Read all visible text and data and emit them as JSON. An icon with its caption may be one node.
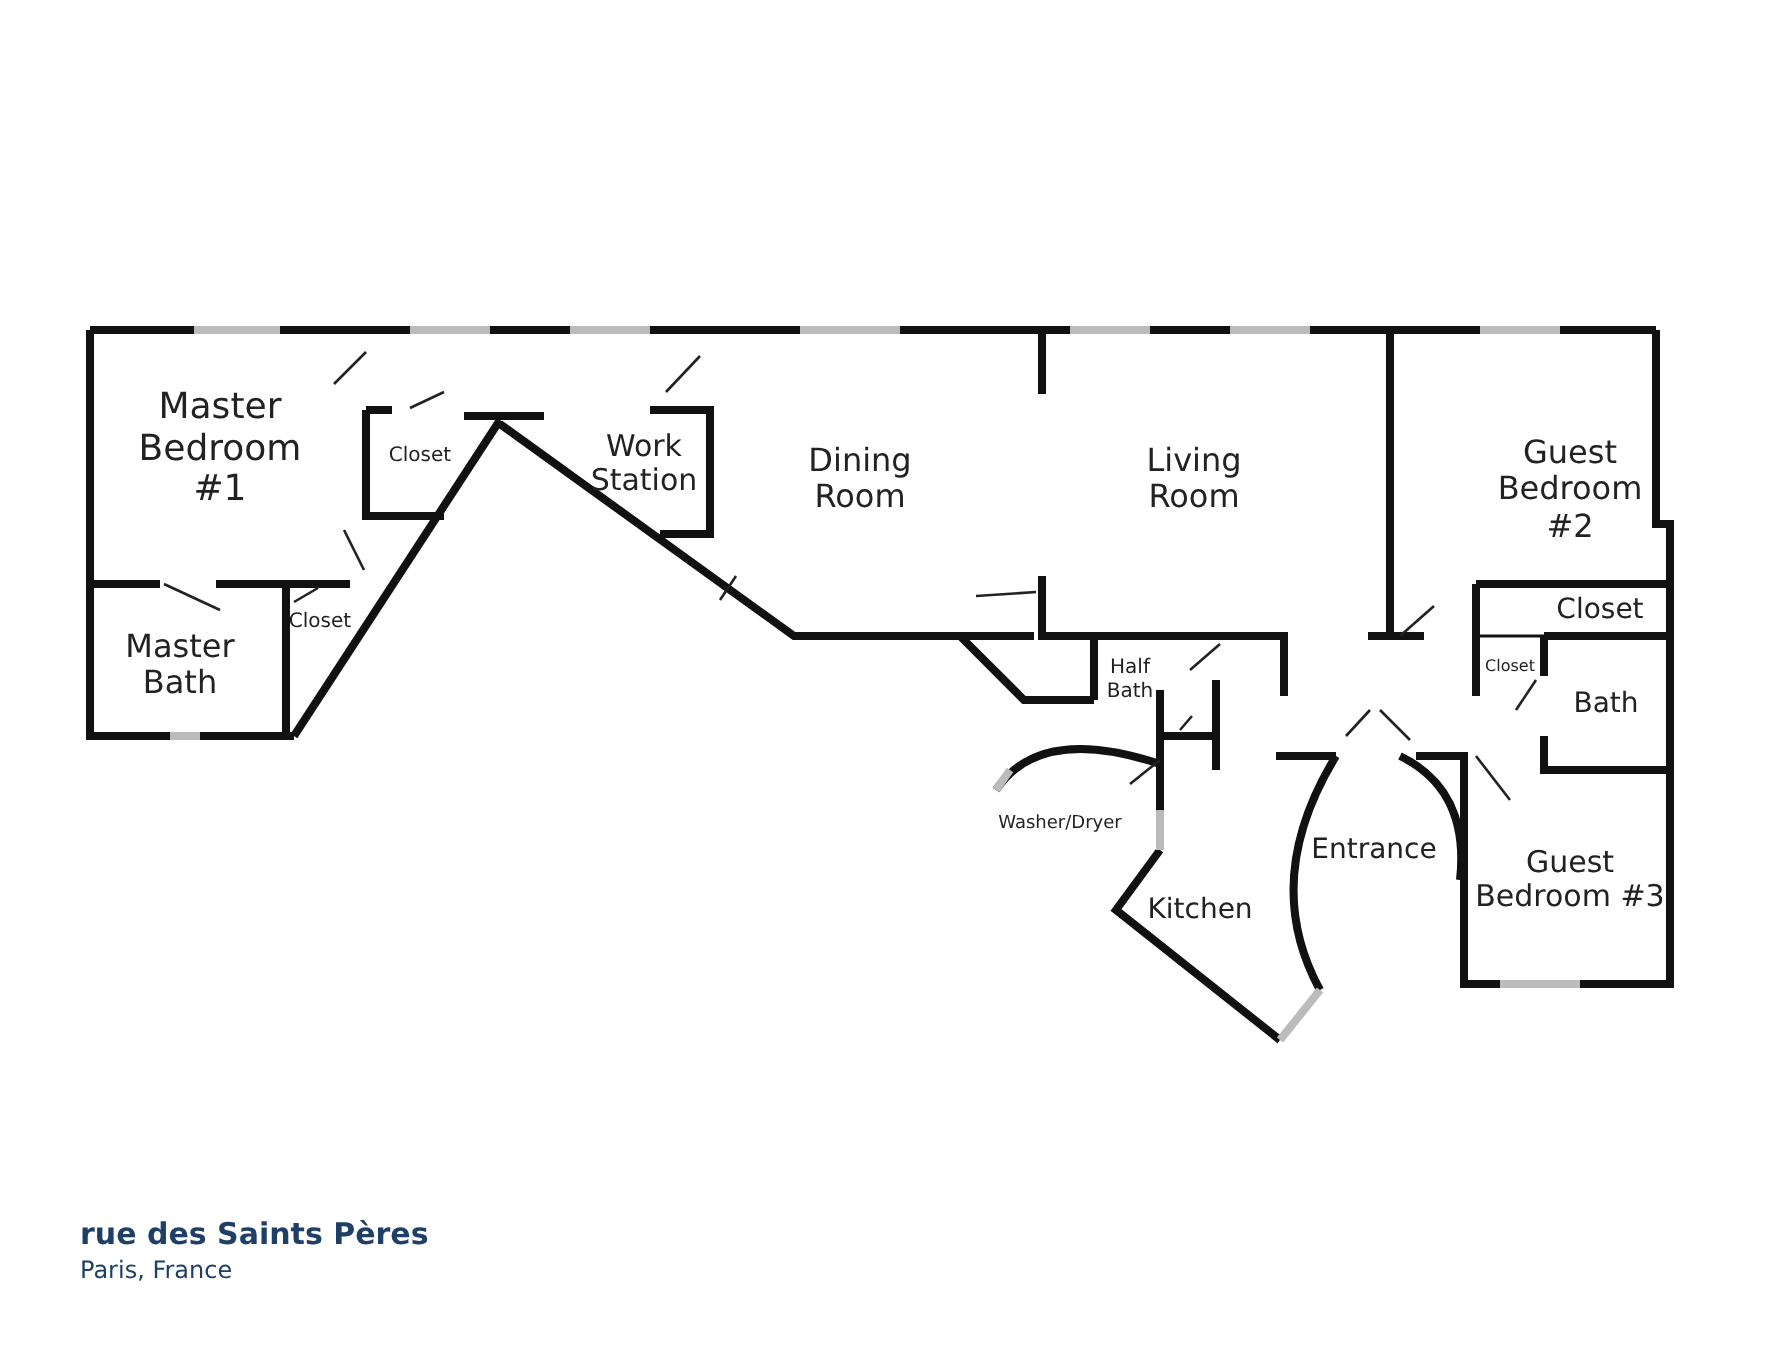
{
  "diagram": {
    "title": "rue des Saints Pères",
    "caption": "Paris, France",
    "labels": [
      "Master Bedroom #1",
      "Closet",
      "Work Station",
      "Dining Room",
      "Living Room",
      "Guest Bedroom #2",
      "Closet",
      "Closet",
      "Master Bath",
      "Half Bath",
      "Closet",
      "Bath",
      "Washer/Dryer",
      "Entrance",
      "Guest Bedroom #3",
      "Kitchen"
    ]
  }
}
